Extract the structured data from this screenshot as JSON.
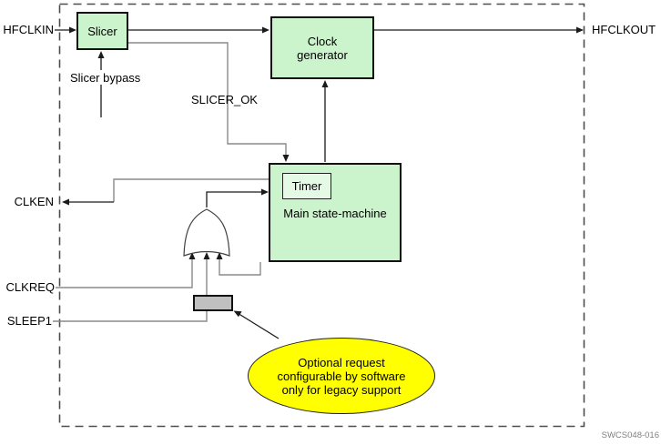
{
  "figure": {
    "code": "SWCS048-016"
  },
  "colors": {
    "block_fill": "#ccf4cc",
    "timer_fill": "#e4fae4",
    "note_fill": "#ffff00",
    "mask_fill": "#c0c0c0",
    "wire_black": "#1a1a1a",
    "wire_gray": "#8a8a8a",
    "boundary": "#4d4d4d"
  },
  "blocks": {
    "slicer": "Slicer",
    "clock_generator": "Clock generator",
    "main_state_machine": "Main state-machine",
    "timer": "Timer"
  },
  "ports": {
    "hfclkin": "HFCLKIN",
    "hfclkout": "HFCLKOUT",
    "clken": "CLKEN",
    "clkreq": "CLKREQ",
    "sleep1": "SLEEP1"
  },
  "signals": {
    "slicer_bypass": "Slicer bypass",
    "slicer_ok": "SLICER_OK"
  },
  "note": {
    "line1": "Optional request",
    "line2": "configurable by software",
    "line3": "only for legacy support"
  }
}
